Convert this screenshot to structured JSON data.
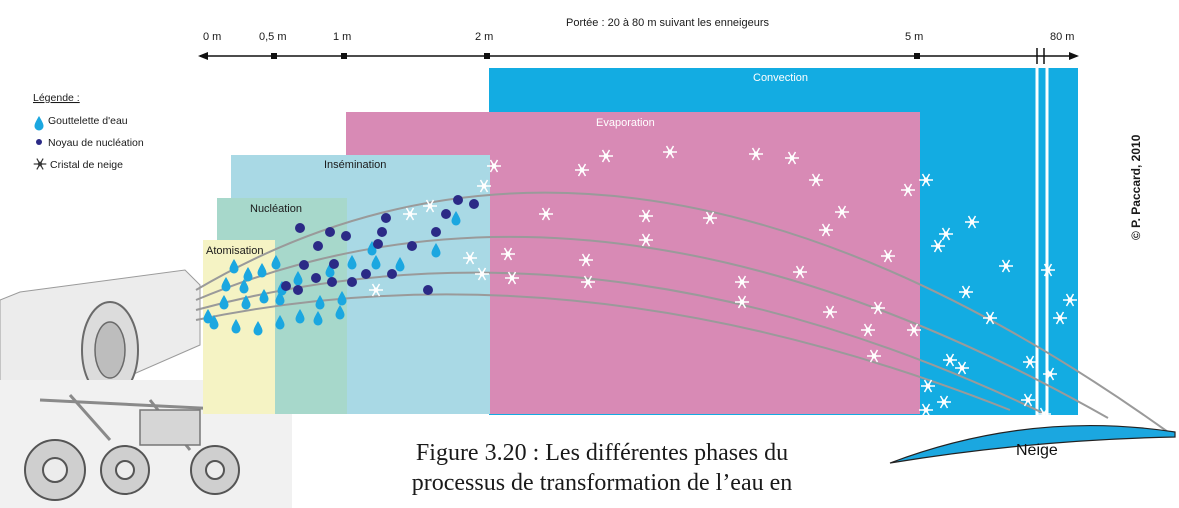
{
  "axis": {
    "title": "Portée : 20 à 80 m suivant les enneigeurs",
    "ticks": [
      "0 m",
      "0,5 m",
      "1 m",
      "2 m",
      "5 m",
      "80 m"
    ]
  },
  "legend": {
    "title": "Légende :",
    "items": [
      {
        "label": "Gouttelette d'eau",
        "icon": "water-droplet-icon"
      },
      {
        "label": "Noyau de nucléation",
        "icon": "nucleation-dot-icon"
      },
      {
        "label": "Cristal de neige",
        "icon": "snowflake-icon"
      }
    ]
  },
  "zones": [
    {
      "label": "Atomisation",
      "color": "#f5f3c4"
    },
    {
      "label": "Nucléation",
      "color": "#a7d8cb"
    },
    {
      "label": "Insémination",
      "color": "#a9d9e5"
    },
    {
      "label": "Evaporation",
      "color": "#d88ab5"
    },
    {
      "label": "Convection",
      "color": "#13ace2"
    }
  ],
  "snow_label": "Neige",
  "copyright": "© P. Paccard, 2010",
  "caption": {
    "line1": "Figure 3.20 : Les différentes phases du",
    "line2": "processus de transformation de l’eau en"
  },
  "colors": {
    "droplet": "#1ba7e0",
    "nucleus": "#2b2a86",
    "trajectory": "#9a9a9a",
    "snow_pile": "#1ba7e0"
  }
}
